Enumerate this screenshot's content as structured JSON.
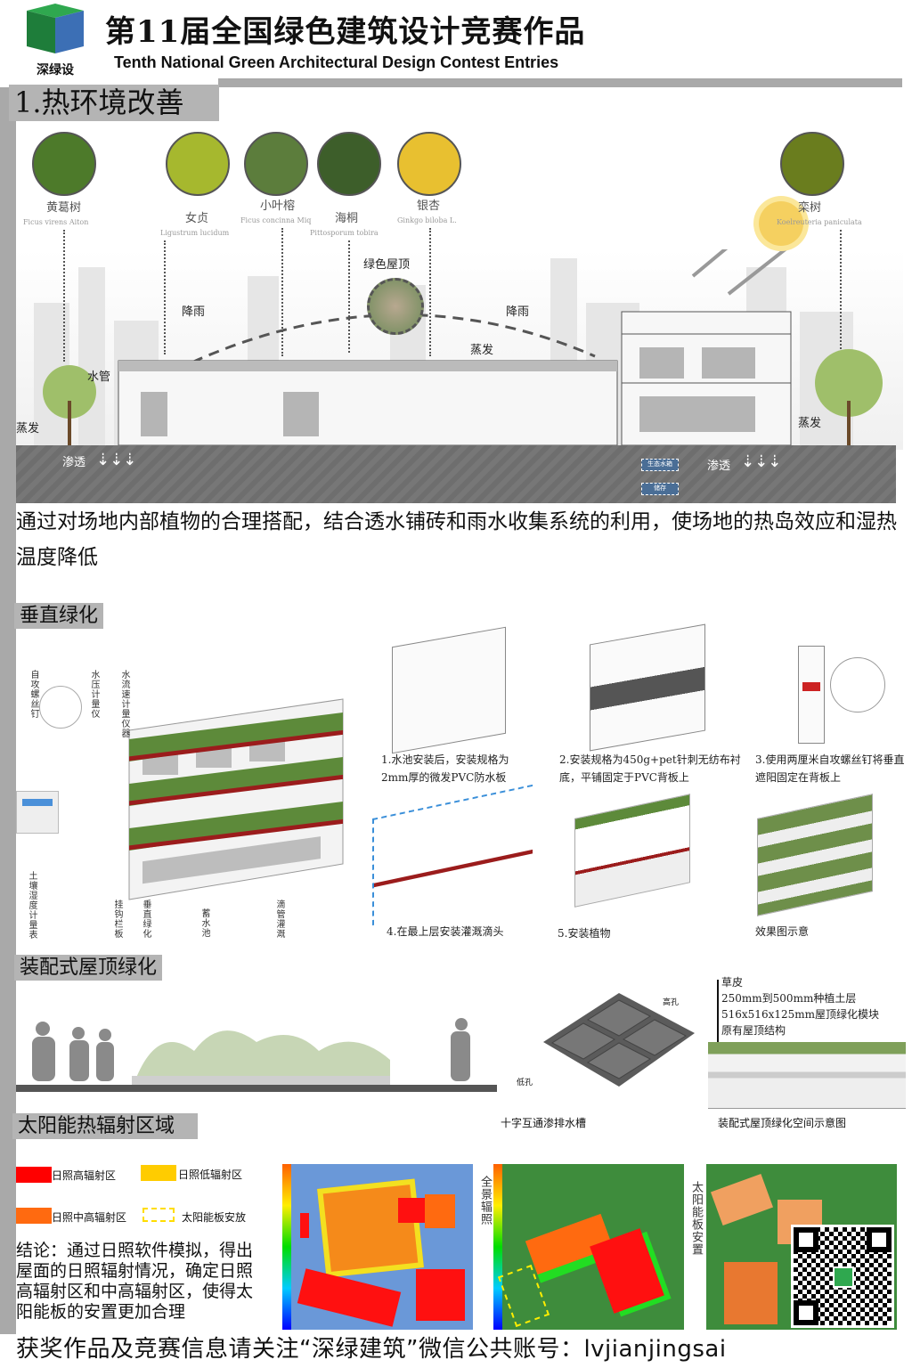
{
  "header": {
    "logo_text": "深绿设",
    "title_cn": "第11届全国绿色建筑设计竞赛作品",
    "title_en": "Tenth National Green Architectural Design Contest Entries"
  },
  "section1": {
    "title": "1.热环境改善",
    "trees": [
      {
        "name": "黄葛树",
        "latin": "Ficus virens Aiton",
        "color": "#4d7a2a"
      },
      {
        "name": "女贞",
        "latin": "Ligustrum lucidum",
        "color": "#a6b82e"
      },
      {
        "name": "小叶榕",
        "latin": "Ficus concinna Miq",
        "color": "#5c7d3c"
      },
      {
        "name": "海桐",
        "latin": "Pittosporum tobira",
        "color": "#3d5e2a"
      },
      {
        "name": "银杏",
        "latin": "Ginkgo biloba L.",
        "color": "#e8c030"
      },
      {
        "name": "栾树",
        "latin": "Koelreuteria paniculata",
        "color": "#6a7d1e"
      }
    ],
    "labels": {
      "green_roof": "绿色屋顶",
      "rain_left": "降雨",
      "rain_right": "降雨",
      "evap_center": "蒸发",
      "water_pipe": "水管",
      "evap_left": "蒸发",
      "evap_right": "蒸发",
      "infiltrate_left": "渗透",
      "infiltrate_right": "渗透",
      "tank": "生态水箱",
      "storage": "储存"
    },
    "description": "通过对场地内部植物的合理搭配，结合透水铺砖和雨水收集系统的利用，使场地的热岛效应和湿热温度降低"
  },
  "vertical": {
    "title": "垂直绿化",
    "labels": [
      "自攻螺丝钉",
      "水压计量仪",
      "水流速计量仪器",
      "土壤湿度计量表",
      "挂钩栏板",
      "垂直绿化",
      "蓄水池",
      "滴管灌溉"
    ],
    "steps": [
      "1.水池安装后，安装规格为2mm厚的微发PVC防水板",
      "2.安装规格为450g+pet针刺无纺布衬底，平铺固定于PVC背板上",
      "3.使用两厘米自攻螺丝钉将垂直遮阳固定在背板上",
      "4.在最上层安装灌溉滴头",
      "5.安装植物",
      "效果图示意"
    ]
  },
  "roof": {
    "title": "装配式屋顶绿化",
    "module_labels": {
      "high": "高孔",
      "low": "低孔",
      "caption": "十字互通渗排水槽"
    },
    "layers": [
      "草皮",
      "250mm到500mm种植土层",
      "516x516x125mm屋顶绿化模块",
      "原有屋顶结构"
    ],
    "section_caption": "装配式屋顶绿化空间示意图"
  },
  "solar": {
    "title": "太阳能热辐射区域",
    "legend": [
      {
        "label": "日照高辐射区",
        "color": "#ff0000"
      },
      {
        "label": "日照低辐射区",
        "color": "#ffcc00"
      },
      {
        "label": "日照中高辐射区",
        "color": "#ff6a10"
      },
      {
        "label": "太阳能板安放",
        "color": "#ffee00"
      }
    ],
    "conclusion": "结论：通过日照软件模拟，得出屋面的日照辐射情况，确定日照高辐射区和中高辐射区，使得太阳能板的安置更加合理",
    "map_label_1": "全景辐照",
    "map_label_2": "太阳能板安置"
  },
  "footer": "获奖作品及竞赛信息请关注“深绿建筑”微信公共账号：lvjianjingsai"
}
